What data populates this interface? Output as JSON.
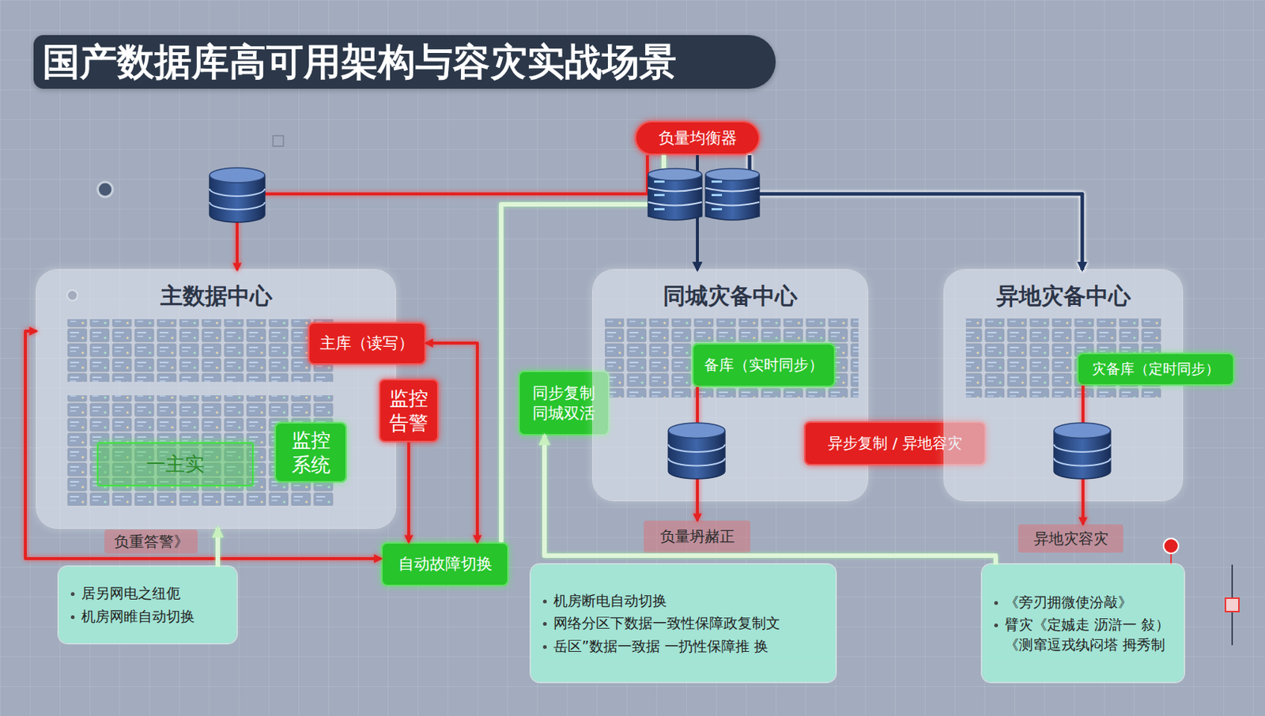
{
  "diagram": {
    "title": "国产数据库高可用架构与容灾实战场景",
    "nodes": [
      {
        "text": [
          "负量均衡器"
        ]
      },
      {
        "text": [
          "主数据中心"
        ]
      },
      {
        "text": [
          "主库（读写）"
        ],
        "in": 1
      },
      {
        "text": [
          "监控系统"
        ],
        "in": 1
      },
      {
        "text": [
          "一主实"
        ],
        "in": 1
      },
      {
        "text": [
          "监控告警"
        ]
      },
      {
        "text": [
          "负重答警》"
        ]
      },
      {
        "text": [
          "自动故障切换"
        ]
      },
      {
        "text": [
          "居另网电之纽伌",
          "机房网睢自动切换"
        ]
      },
      {
        "text": [
          "同步复制 同城双活"
        ]
      },
      {
        "text": [
          "同城灾备中心"
        ]
      },
      {
        "text": [
          "备库（实时同步）"
        ],
        "in": 10
      },
      {
        "text": [
          "负量坍赭正"
        ]
      },
      {
        "text": [
          "异步复制 / 异地容灾"
        ]
      },
      {
        "text": [
          "异地灾备中心"
        ]
      },
      {
        "text": [
          "灾备库（定时同步）"
        ],
        "in": 14
      },
      {
        "text": [
          "异地灾容灾"
        ]
      },
      {
        "text": [
          "机房断电自动切换",
          "网络分区下数据一致性保障政复制文",
          "岳区”数据一致据 一扔性保障推 换"
        ]
      },
      {
        "text": [
          "《旁刃拥微使汾敲》",
          "臂灾《定娍走 沥滸一 敍）《测窜逗戎纨闷塔 拇秀制"
        ]
      }
    ],
    "edges": [
      {
        "from": 0,
        "to": 1,
        "arrow": "to"
      },
      {
        "from": 0,
        "to": 10,
        "arrow": "to"
      },
      {
        "from": 0,
        "to": 14,
        "arrow": "to"
      },
      {
        "from": 0,
        "to": 7,
        "arrow": "none"
      },
      {
        "from": 2,
        "to": 7,
        "arrow": "both"
      },
      {
        "from": 5,
        "to": 7,
        "arrow": "to"
      },
      {
        "from": 1,
        "to": 7,
        "arrow": "both"
      },
      {
        "from": 8,
        "to": 1,
        "arrow": "to"
      },
      {
        "from": 18,
        "to": 9,
        "arrow": "to"
      },
      {
        "from": 11,
        "to": 12,
        "arrow": "to"
      },
      {
        "from": 15,
        "to": 16,
        "arrow": "to"
      }
    ]
  }
}
